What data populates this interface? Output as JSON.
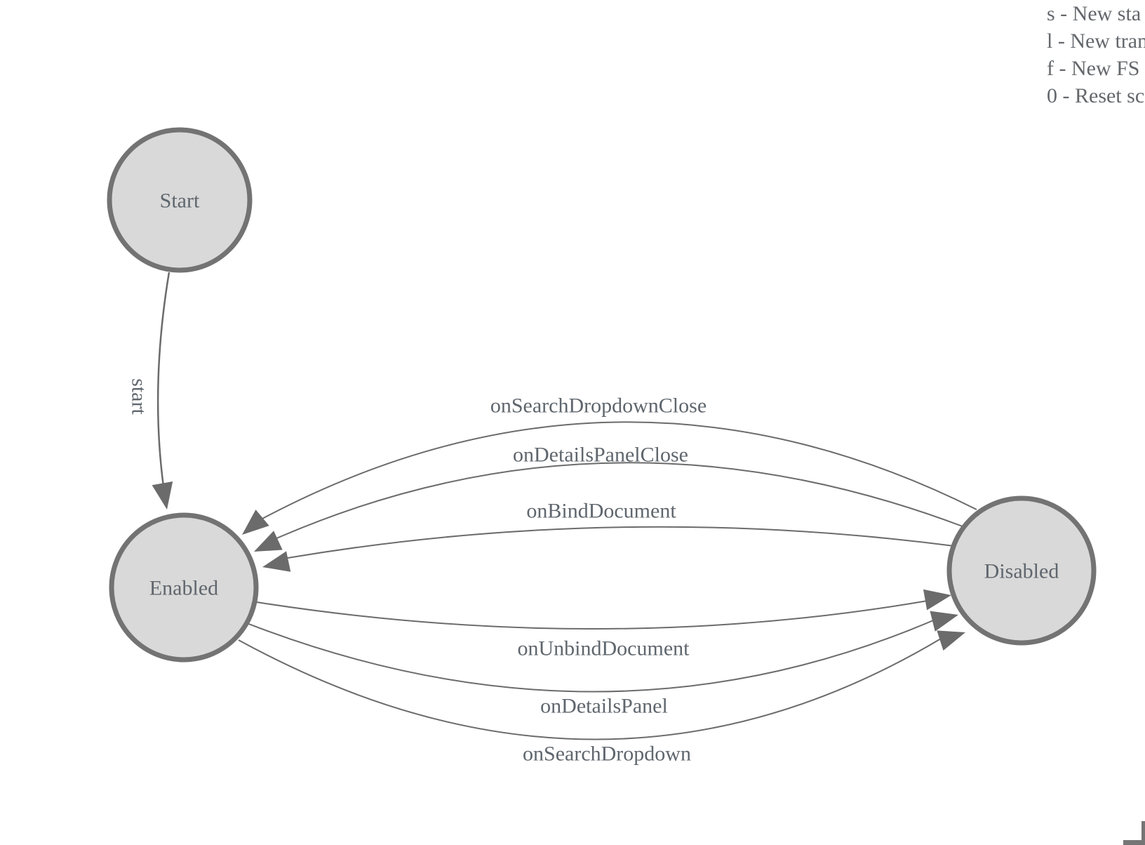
{
  "diagram": {
    "type": "finite-state-machine",
    "states": [
      {
        "id": "start",
        "label": "Start"
      },
      {
        "id": "enabled",
        "label": "Enabled"
      },
      {
        "id": "disabled",
        "label": "Disabled"
      }
    ],
    "transitions": [
      {
        "label": "start",
        "from": "Start",
        "to": "Enabled"
      },
      {
        "label": "onSearchDropdownClose",
        "from": "Disabled",
        "to": "Enabled"
      },
      {
        "label": "onDetailsPanelClose",
        "from": "Disabled",
        "to": "Enabled"
      },
      {
        "label": "onBindDocument",
        "from": "Disabled",
        "to": "Enabled"
      },
      {
        "label": "onUnbindDocument",
        "from": "Enabled",
        "to": "Disabled"
      },
      {
        "label": "onDetailsPanel",
        "from": "Enabled",
        "to": "Disabled"
      },
      {
        "label": "onSearchDropdown",
        "from": "Enabled",
        "to": "Disabled"
      }
    ]
  },
  "legend": {
    "lines": [
      "s - New sta",
      "l - New tran",
      "f - New FS",
      "0 - Reset sc"
    ]
  },
  "colors": {
    "background": "#ffffff",
    "node_fill": "#d9d9d9",
    "node_stroke": "#737373",
    "edge_stroke": "#6b6b6b",
    "arrowhead_fill": "#6b6b6b",
    "label_text": "#5f666d",
    "legend_text": "#63676b"
  }
}
